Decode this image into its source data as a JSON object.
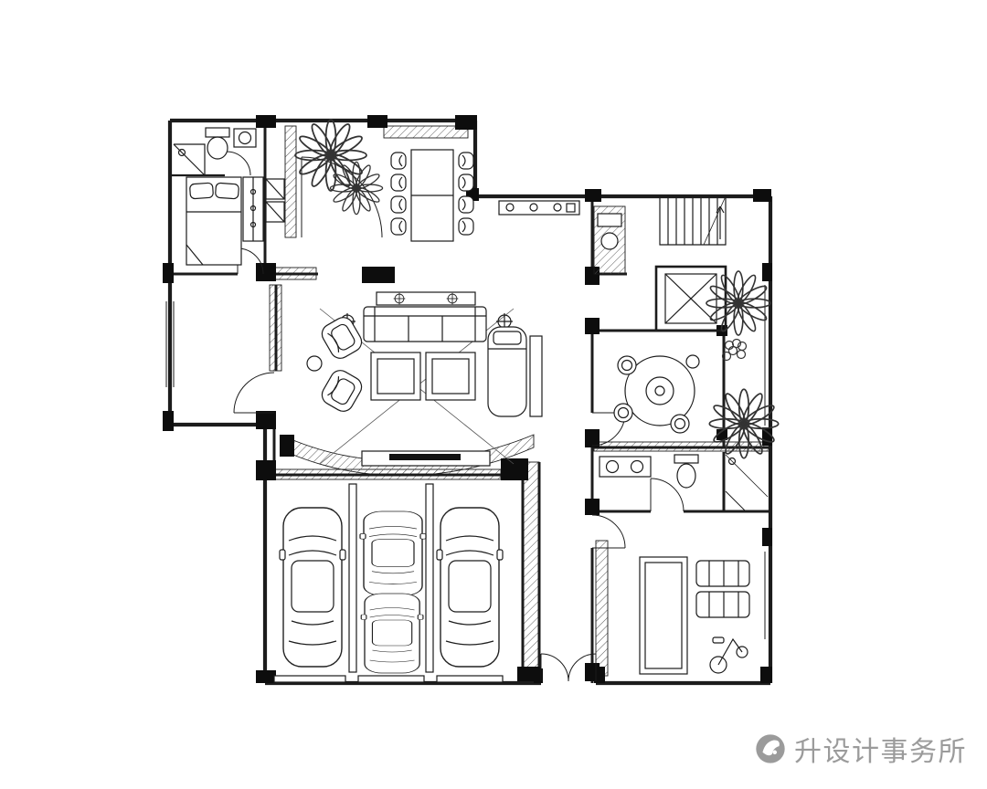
{
  "canvas": {
    "background": "#ffffff",
    "line_color": "#1c1c1c",
    "hatch_color": "#5a5a5a",
    "column_color": "#0d0d0d"
  },
  "drawing": {
    "kind": "residential floor plan (CAD top view)",
    "depicted_elements": [
      "bedroom with bed and wardrobe",
      "en-suite bathroom with toilet, sink, shower",
      "foyer with plants and curved entry door",
      "dining room with long table and eight chairs",
      "living room with sofa set, two coffee tables, armchairs, chaise, TV cabinet",
      "curved hatched media wall",
      "study room",
      "three-bay garage with three cars and car lift",
      "staircase with up arrow",
      "elevator shaft",
      "round tea room with circular table and seats",
      "courtyard plants",
      "second bathroom with double vanity, toilet, shower",
      "gym room with long table and exercise machines",
      "double entry door"
    ]
  },
  "watermark": {
    "text": "升设计事务所",
    "color": "#9b9b9b",
    "logo": "sheng-design-logo"
  }
}
